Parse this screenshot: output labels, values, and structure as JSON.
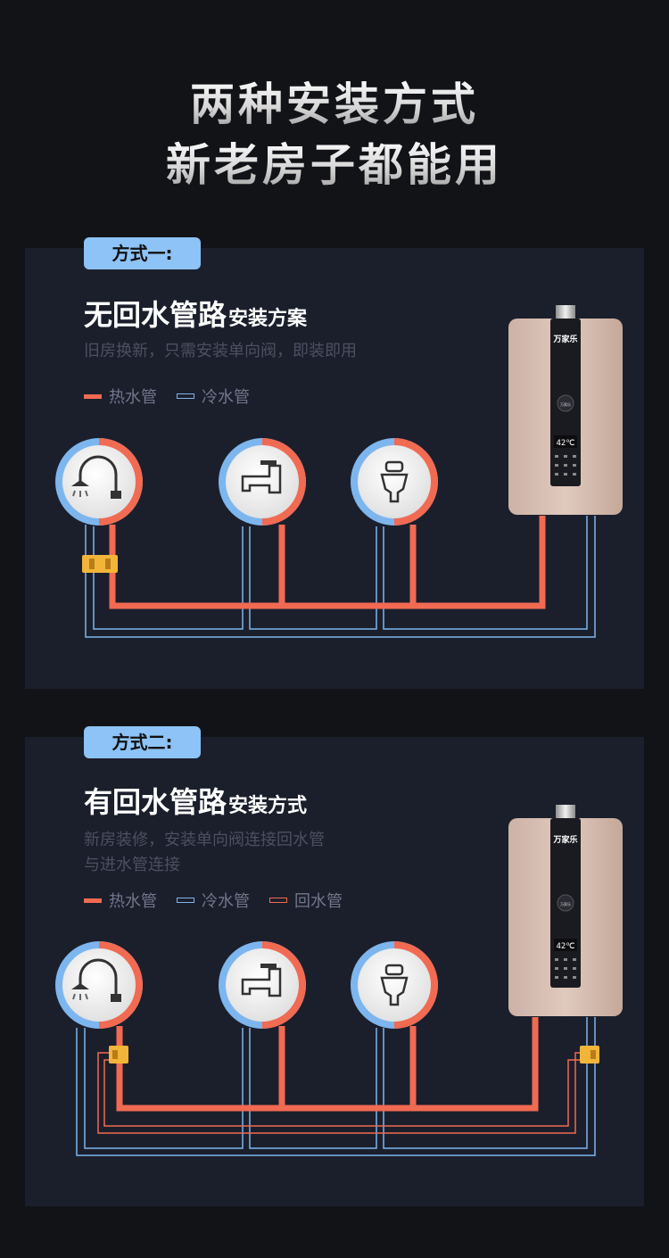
{
  "hero": {
    "line1": "两种安装方式",
    "line2": "新老房子都能用"
  },
  "section1": {
    "badge": "方式一:",
    "title_big": "无回水管路",
    "title_small": "安装方案",
    "desc": [
      "旧房换新，只需安装单向阀，即装即用"
    ],
    "legend": [
      "热水管",
      "冷水管"
    ]
  },
  "section2": {
    "badge": "方式二:",
    "title_big": "有回水管路",
    "title_small": "安装方式",
    "desc": [
      "新房装修，安装单向阀连接回水管",
      "与进水管连接"
    ],
    "legend": [
      "热水管",
      "冷水管",
      "回水管"
    ]
  },
  "heater": {
    "brand": "万家乐",
    "display": "42℃",
    "knob_label": "万家乐"
  },
  "colors": {
    "hot_pipe": "#f16a52",
    "cold_pipe": "#7db6ee",
    "return_pipe": "#f16a52",
    "valve": "#f2b53a",
    "panel_bg": "#1b1f2c",
    "badge_bg": "#8dc3f6"
  },
  "icons": [
    "shower-icon",
    "faucet-icon",
    "toilet-icon",
    "water-heater-icon",
    "check-valve-icon"
  ]
}
